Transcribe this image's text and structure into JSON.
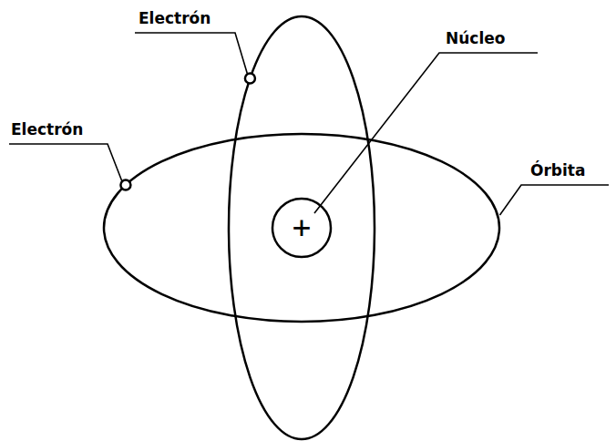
{
  "diagram": {
    "labels": [
      "Electrón",
      "Electrón",
      "Núcleo",
      "Órbita",
      "+"
    ]
  }
}
